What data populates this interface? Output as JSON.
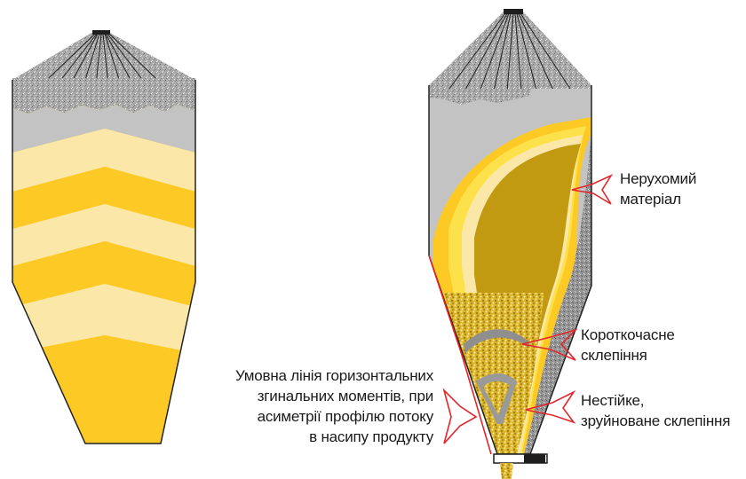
{
  "annotations": {
    "stationary_material": {
      "line1": "Нерухомий",
      "line2": "матеріал"
    },
    "short_term_arch": {
      "line1": "Короткочасне",
      "line2": "склепіння"
    },
    "unstable_arch": {
      "line1": "Нестійке,",
      "line2": "зруйноване склепіння"
    },
    "moment_line": {
      "line1": "Умовна лінія горизонтальних",
      "line2": "згинальних моментів, при",
      "line3": "асиметрії профілю потоку",
      "line4": "в насипу продукту"
    }
  },
  "colors": {
    "granular_gray": "#a6a6a6",
    "headspace_gray": "#c3c3c3",
    "layer_pale": "#fbe7a8",
    "layer_gold": "#fcc925",
    "flow_core": "#c29a12",
    "callout_red": "#e1262c"
  }
}
